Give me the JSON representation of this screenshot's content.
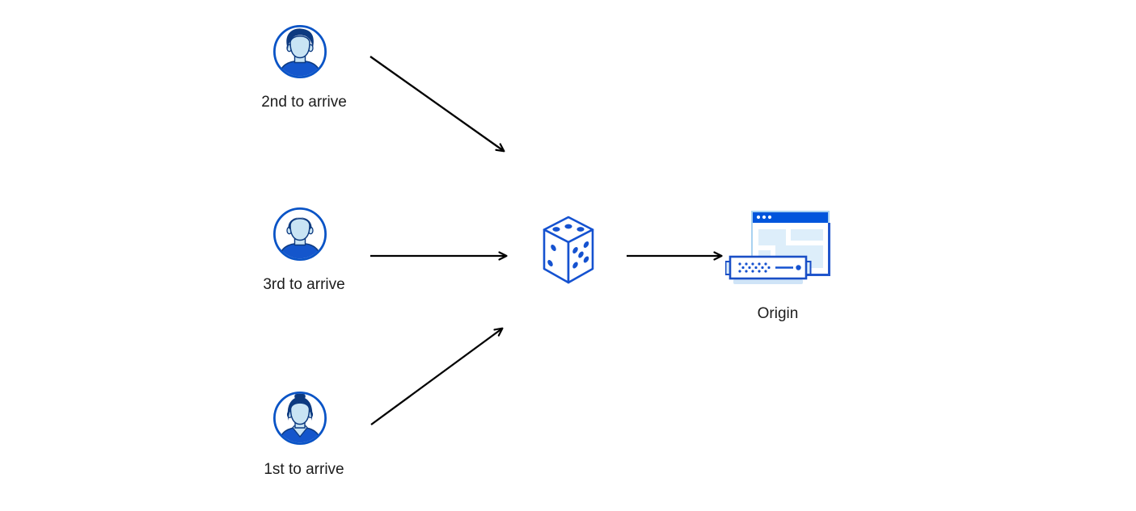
{
  "diagram": {
    "type": "flow-illustration",
    "description_visible_elements": "three user avatars with arrival-order labels, arrows converging on a dice, arrow from dice to an origin server",
    "clients": [
      {
        "label": "2nd to arrive",
        "avatar": "person-male-swept-hair"
      },
      {
        "label": "3rd to arrive",
        "avatar": "person-male-short-hair"
      },
      {
        "label": "1st to arrive",
        "avatar": "person-female-hair-bun"
      }
    ],
    "balancer": {
      "icon": "dice",
      "pips": {
        "top_face": 3,
        "left_face": 2,
        "right_face": 5
      }
    },
    "origin": {
      "label": "Origin",
      "icon": "browser-window-and-server"
    },
    "colors": {
      "primary_blue": "#0055dc",
      "icon_stroke_blue": "#1552d0",
      "dark_navy": "#0d3a80",
      "skin_light_blue": "#c9e4f4",
      "pale_block_blue": "#ddeefa",
      "window_border_light": "#a9d2f1",
      "window_border_dark": "#2156cd",
      "shirt_blue": "#1456cc",
      "arrow_black": "#000000",
      "label_text": "#1c1c1c",
      "background": "#ffffff"
    }
  }
}
